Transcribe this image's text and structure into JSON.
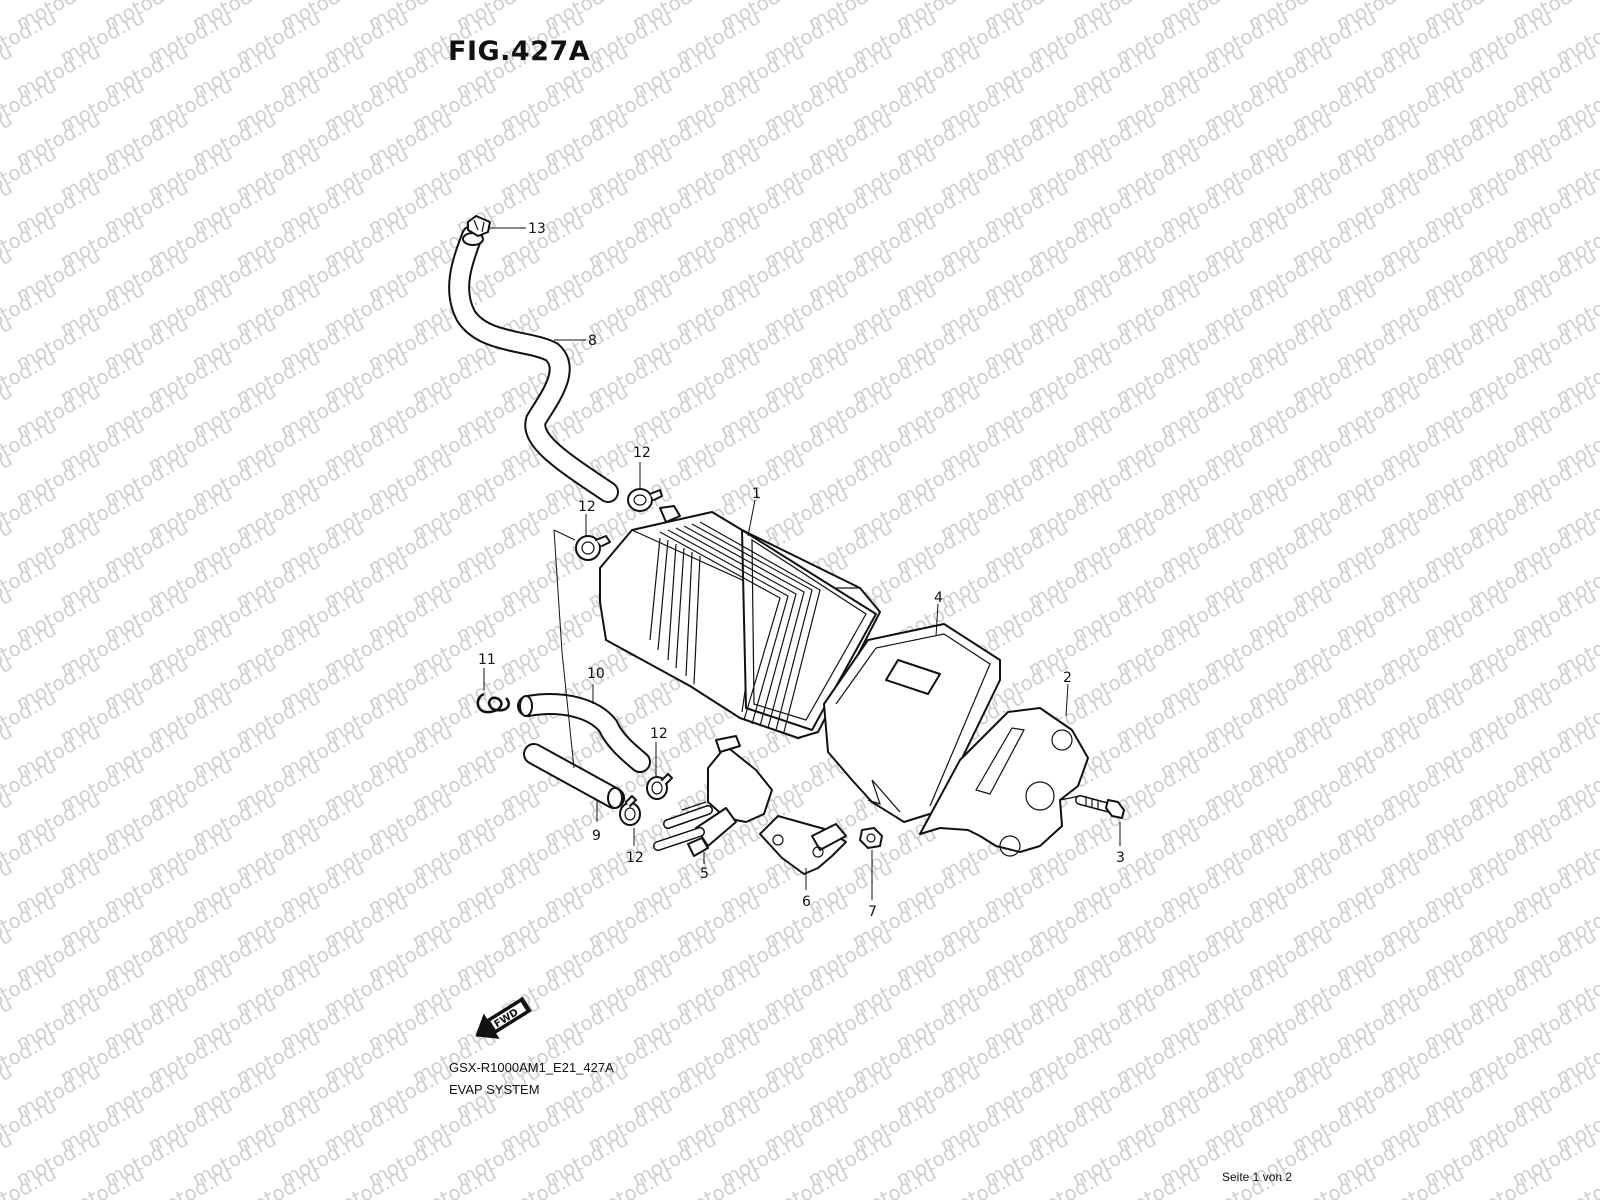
{
  "figure": {
    "title": "FIG.427A"
  },
  "watermark": {
    "text": "motod.ru",
    "color": "#cfcfcf"
  },
  "callouts": [
    "1",
    "2",
    "3",
    "4",
    "5",
    "6",
    "7",
    "8",
    "9",
    "10",
    "11",
    "12",
    "12",
    "12",
    "12",
    "13"
  ],
  "fwd_label": "FWD",
  "footer": {
    "model_code": "GSX-R1000AM1_E21_427A",
    "system_name": "EVAP SYSTEM",
    "page_indicator": "Seite 1 von 2"
  }
}
